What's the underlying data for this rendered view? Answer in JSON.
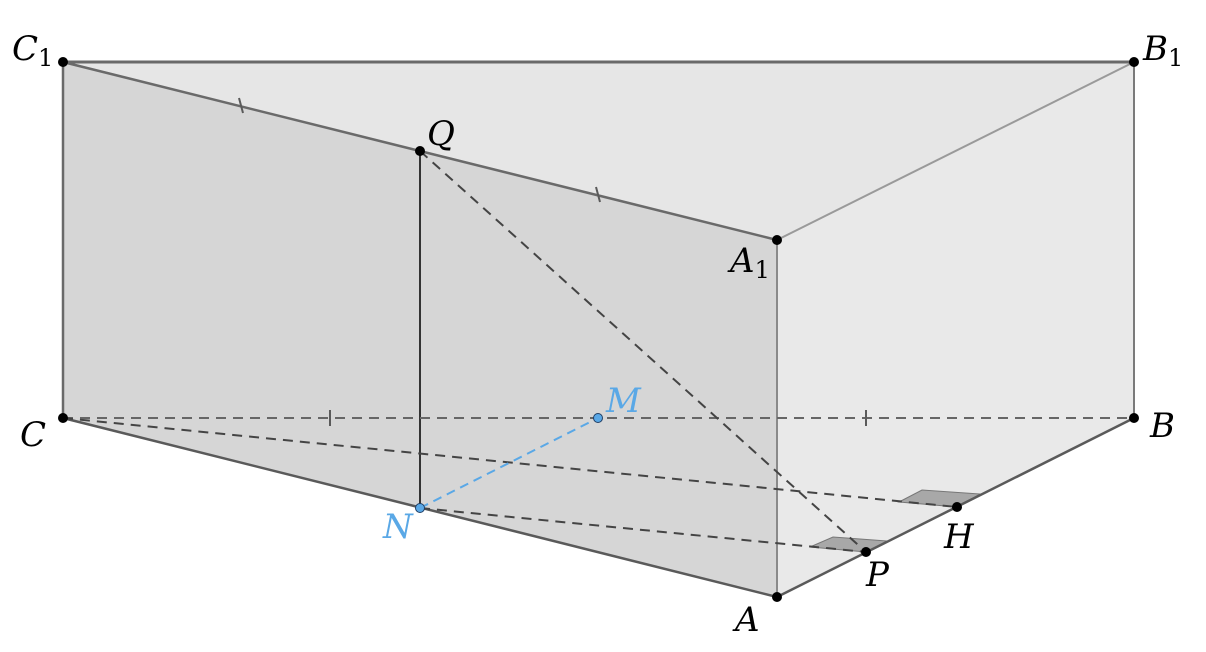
{
  "figure": {
    "points": {
      "C1": {
        "base": "C",
        "sub": "1"
      },
      "B1": {
        "base": "B",
        "sub": "1"
      },
      "Q": {
        "base": "Q"
      },
      "A1": {
        "base": "A",
        "sub": "1"
      },
      "M": {
        "base": "M"
      },
      "C": {
        "base": "C"
      },
      "B": {
        "base": "B"
      },
      "N": {
        "base": "N"
      },
      "H": {
        "base": "H"
      },
      "P": {
        "base": "P"
      },
      "A": {
        "base": "A"
      }
    },
    "colors": {
      "face_left": "#d6d6d6",
      "face_top": "#e6e6e6",
      "face_right": "#e9e9e9",
      "edge": "#5a5a5a",
      "hidden": "#444444",
      "aux_point": "#5aa8e6",
      "right_angle": "#a8a8a8"
    }
  }
}
